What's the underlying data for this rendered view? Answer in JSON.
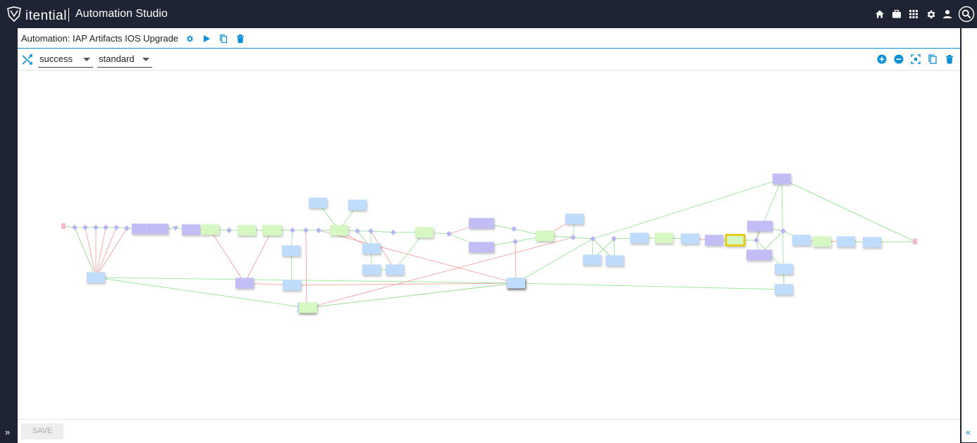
{
  "app": {
    "brand": "itential",
    "title": "Automation Studio"
  },
  "automation": {
    "title": "Automation: IAP Artifacts IOS Upgrade"
  },
  "toolbar": {
    "transition_filter": "success",
    "view_mode": "standard"
  },
  "footer": {
    "save_label": "SAVE"
  },
  "icons": {
    "top": [
      "home-icon",
      "briefcase-icon",
      "apps-grid-icon",
      "gear-icon",
      "user-icon",
      "search-icon"
    ],
    "header": [
      "gear-icon",
      "play-icon",
      "copy-icon",
      "trash-icon"
    ],
    "toolbar_right": [
      "zoom-in-icon",
      "zoom-out-icon",
      "fit-screen-icon",
      "copy-icon",
      "trash-icon"
    ]
  },
  "colors": {
    "accent": "#0a8fd6",
    "task_blue": "#bfdcfc",
    "task_purple": "#c3bdf6",
    "task_green": "#d6f7c2",
    "selected_border": "#e5c600",
    "success_edge": "#9be69b",
    "error_edge": "#f2a2a2"
  },
  "graph": {
    "nodes": [
      {
        "t": "s",
        "c": "pink"
      },
      {
        "t": "d"
      },
      {
        "t": "d"
      },
      {
        "t": "d"
      },
      {
        "t": "d"
      },
      {
        "t": "d"
      },
      {
        "t": "d"
      },
      {
        "t": "r",
        "c": "purple"
      },
      {
        "t": "r",
        "c": "purple"
      },
      {
        "t": "v"
      },
      {
        "t": "r",
        "c": "purple"
      },
      {
        "t": "r",
        "c": "green"
      },
      {
        "t": "d"
      },
      {
        "t": "r",
        "c": "green"
      },
      {
        "t": "r",
        "c": "green"
      },
      {
        "t": "d"
      },
      {
        "t": "d"
      },
      {
        "t": "d"
      },
      {
        "t": "r",
        "c": "green"
      },
      {
        "t": "r",
        "c": "blue"
      },
      {
        "t": "r",
        "c": "blue"
      },
      {
        "t": "d"
      },
      {
        "t": "d"
      },
      {
        "t": "r",
        "c": "blue"
      },
      {
        "t": "r",
        "c": "blue"
      },
      {
        "t": "r",
        "c": "blue"
      },
      {
        "t": "d"
      },
      {
        "t": "r",
        "c": "green"
      },
      {
        "t": "d"
      },
      {
        "t": "r",
        "c": "purple"
      },
      {
        "t": "r",
        "c": "purple"
      },
      {
        "t": "d"
      },
      {
        "t": "d"
      },
      {
        "t": "r",
        "c": "green"
      },
      {
        "t": "r",
        "c": "blue"
      },
      {
        "t": "d"
      },
      {
        "t": "d"
      },
      {
        "t": "r",
        "c": "blue"
      },
      {
        "t": "r",
        "c": "blue"
      },
      {
        "t": "d"
      },
      {
        "t": "r",
        "c": "blue"
      },
      {
        "t": "r",
        "c": "green"
      },
      {
        "t": "r",
        "c": "blue"
      },
      {
        "t": "r",
        "c": "purple"
      },
      {
        "t": "r",
        "c": "green",
        "sel": true
      },
      {
        "t": "r",
        "c": "purple"
      },
      {
        "t": "d"
      },
      {
        "t": "r",
        "c": "purple"
      },
      {
        "t": "d"
      },
      {
        "t": "r",
        "c": "blue"
      },
      {
        "t": "r",
        "c": "green"
      },
      {
        "t": "r",
        "c": "blue"
      },
      {
        "t": "r",
        "c": "blue"
      },
      {
        "t": "s",
        "c": "pink"
      },
      {
        "t": "r",
        "c": "purple"
      },
      {
        "t": "r",
        "c": "blue"
      },
      {
        "t": "r",
        "c": "purple"
      },
      {
        "t": "r",
        "c": "blue"
      },
      {
        "t": "r",
        "c": "blue"
      },
      {
        "t": "r",
        "c": "blue"
      },
      {
        "t": "r",
        "c": "green"
      },
      {
        "t": "r",
        "c": "green"
      },
      {
        "t": "r",
        "c": "blue"
      },
      {
        "t": "r",
        "c": "blue"
      },
      {
        "t": "r",
        "c": "green"
      },
      {
        "t": "r",
        "c": "blue"
      }
    ],
    "edges": [
      [
        0,
        1,
        "g"
      ],
      [
        1,
        2,
        "g"
      ],
      [
        2,
        3,
        "g"
      ],
      [
        3,
        4,
        "g"
      ],
      [
        4,
        5,
        "g"
      ],
      [
        5,
        6,
        "g"
      ],
      [
        6,
        7,
        "g"
      ],
      [
        7,
        8,
        "g"
      ],
      [
        8,
        9,
        "g"
      ],
      [
        9,
        10,
        "g"
      ],
      [
        10,
        11,
        "g"
      ],
      [
        11,
        12,
        "g"
      ],
      [
        12,
        13,
        "g"
      ],
      [
        13,
        14,
        "g"
      ],
      [
        14,
        15,
        "g"
      ],
      [
        15,
        16,
        "g"
      ],
      [
        16,
        17,
        "g"
      ],
      [
        17,
        18,
        "g"
      ],
      [
        18,
        21,
        "g"
      ],
      [
        21,
        22,
        "g"
      ],
      [
        22,
        26,
        "g"
      ],
      [
        26,
        27,
        "g"
      ],
      [
        27,
        28,
        "g"
      ],
      [
        28,
        29,
        "r"
      ],
      [
        28,
        30,
        "g"
      ],
      [
        29,
        31,
        "g"
      ],
      [
        30,
        32,
        "g"
      ],
      [
        31,
        33,
        "g"
      ],
      [
        32,
        33,
        "g"
      ],
      [
        33,
        35,
        "g"
      ],
      [
        35,
        36,
        "g"
      ],
      [
        36,
        37,
        "g"
      ],
      [
        37,
        39,
        "g"
      ],
      [
        39,
        40,
        "g"
      ],
      [
        40,
        41,
        "g"
      ],
      [
        41,
        42,
        "g"
      ],
      [
        42,
        43,
        "r"
      ],
      [
        43,
        44,
        "g"
      ],
      [
        44,
        46,
        "g"
      ],
      [
        46,
        45,
        "r"
      ],
      [
        46,
        47,
        "g"
      ],
      [
        45,
        48,
        "g"
      ],
      [
        47,
        48,
        "g"
      ],
      [
        48,
        49,
        "g"
      ],
      [
        49,
        50,
        "g"
      ],
      [
        50,
        51,
        "r"
      ],
      [
        51,
        52,
        "g"
      ],
      [
        52,
        53,
        "g"
      ],
      [
        36,
        54,
        "g"
      ],
      [
        54,
        53,
        "g"
      ],
      [
        54,
        46,
        "g"
      ],
      [
        1,
        55,
        "r"
      ],
      [
        2,
        55,
        "r"
      ],
      [
        3,
        55,
        "r"
      ],
      [
        4,
        55,
        "r"
      ],
      [
        5,
        55,
        "r"
      ],
      [
        6,
        55,
        "r"
      ],
      [
        1,
        55,
        "g"
      ],
      [
        11,
        56,
        "r"
      ],
      [
        14,
        56,
        "r"
      ],
      [
        15,
        58,
        "g"
      ],
      [
        16,
        59,
        "r"
      ],
      [
        17,
        64,
        "r"
      ],
      [
        18,
        19,
        "g"
      ],
      [
        19,
        18,
        "g"
      ],
      [
        18,
        20,
        "g"
      ],
      [
        21,
        23,
        "g"
      ],
      [
        22,
        24,
        "g"
      ],
      [
        24,
        25,
        "g"
      ],
      [
        22,
        25,
        "r"
      ],
      [
        27,
        25,
        "g"
      ],
      [
        23,
        18,
        "r"
      ],
      [
        32,
        65,
        "r"
      ],
      [
        58,
        57,
        "g"
      ],
      [
        56,
        57,
        "r"
      ],
      [
        57,
        65,
        "r"
      ],
      [
        59,
        65,
        "r"
      ],
      [
        65,
        55,
        "g"
      ],
      [
        55,
        59,
        "g"
      ],
      [
        65,
        63,
        "g"
      ],
      [
        63,
        54,
        "g"
      ],
      [
        54,
        53,
        "g"
      ],
      [
        46,
        62,
        "g"
      ],
      [
        62,
        63,
        "g"
      ],
      [
        38,
        36,
        "r"
      ],
      [
        36,
        38,
        "g"
      ],
      [
        38,
        39,
        "g"
      ],
      [
        33,
        34,
        "r"
      ],
      [
        34,
        35,
        "g"
      ],
      [
        35,
        60,
        "r"
      ],
      [
        60,
        61,
        "g"
      ],
      [
        61,
        36,
        "g"
      ]
    ]
  }
}
